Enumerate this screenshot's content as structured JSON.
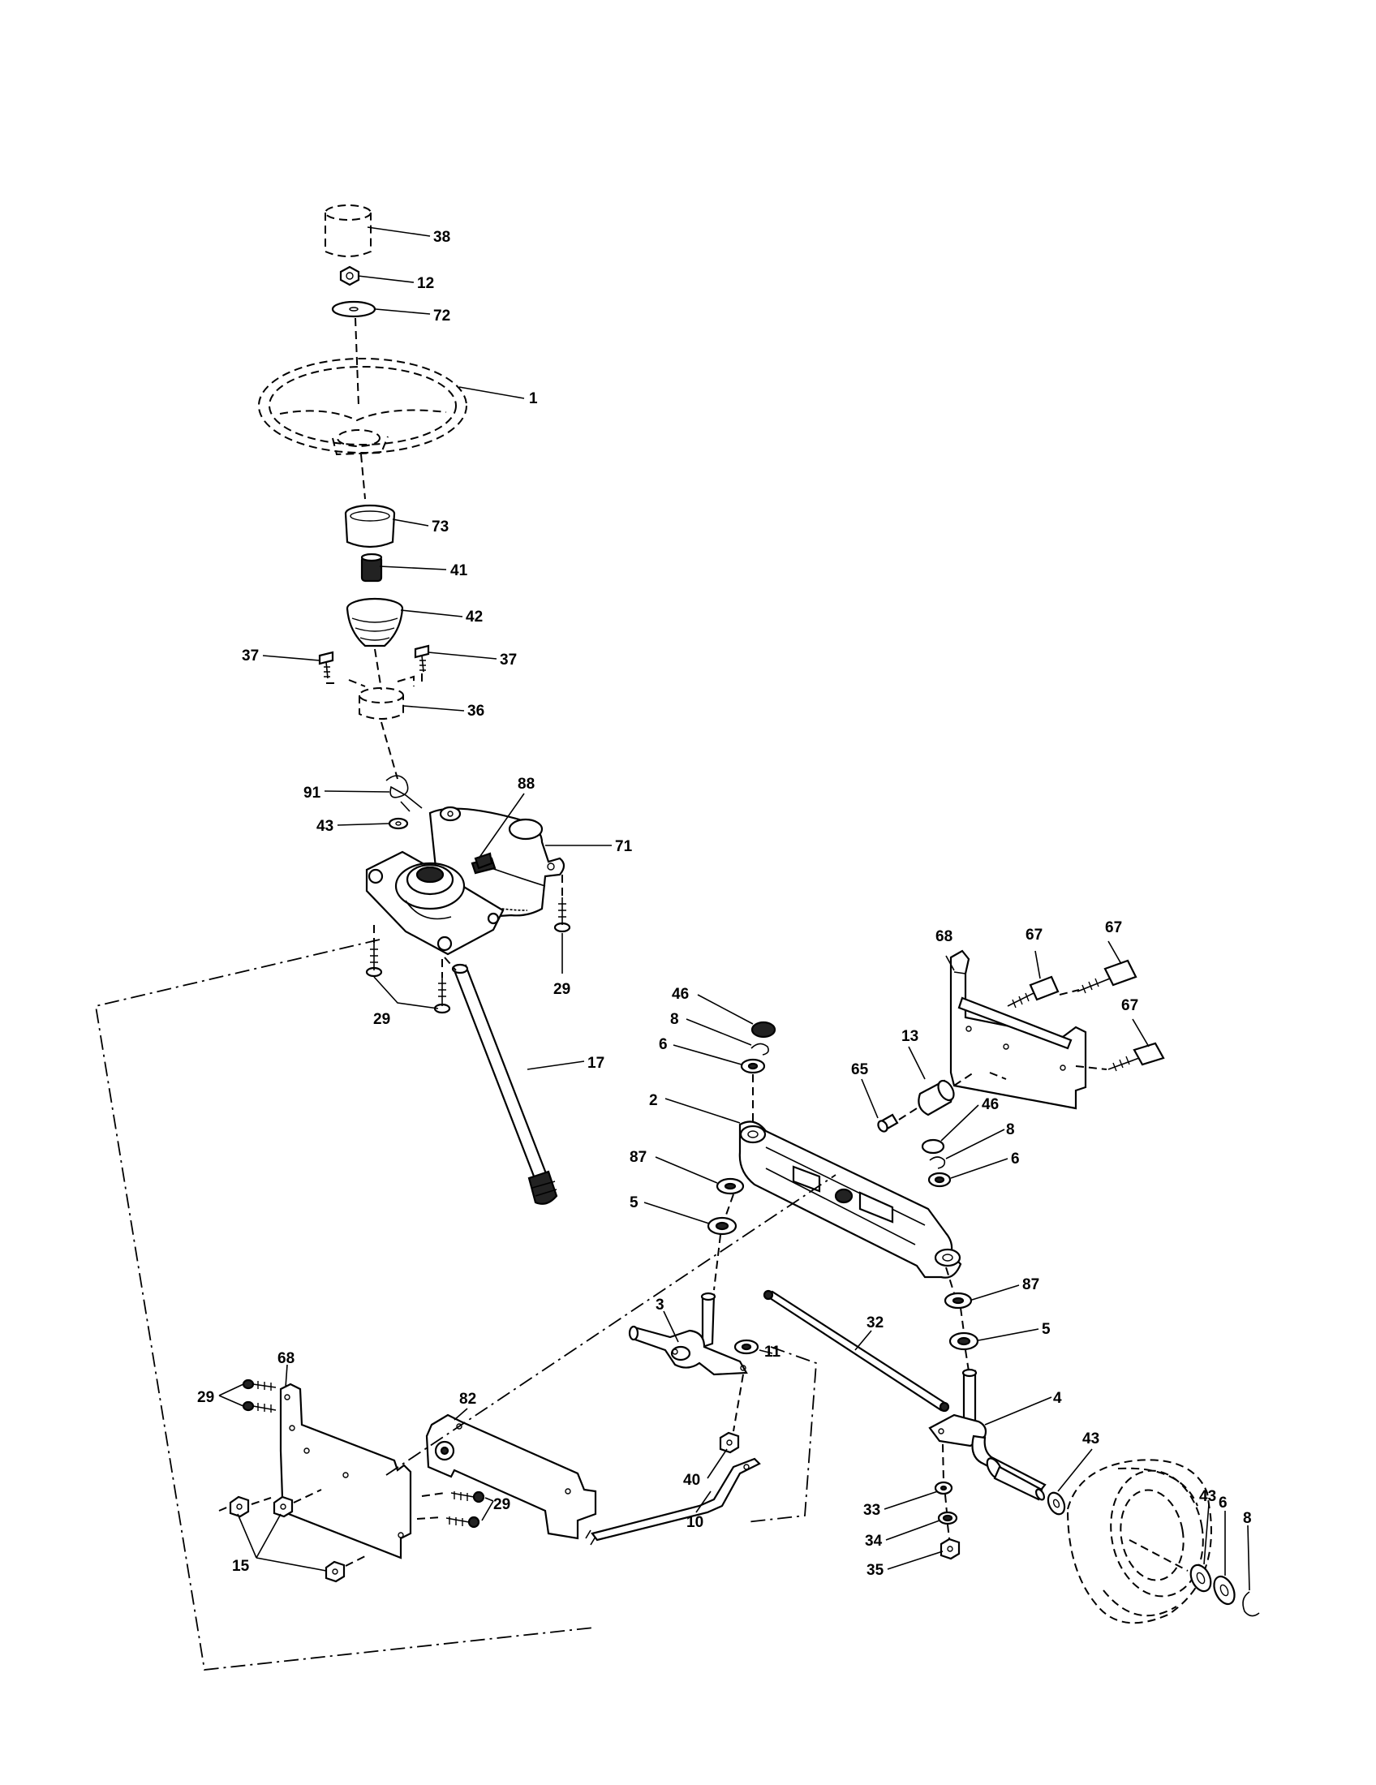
{
  "labels": {
    "l38": "38",
    "l12": "12",
    "l72": "72",
    "l1": "1",
    "l73": "73",
    "l41": "41",
    "l42": "42",
    "l37a": "37",
    "l37b": "37",
    "l36": "36",
    "l91": "91",
    "l88": "88",
    "l43a": "43",
    "l71": "71",
    "l29a": "29",
    "l29b": "29",
    "l17": "17",
    "l68a": "68",
    "l67a": "67",
    "l67b": "67",
    "l67c": "67",
    "l46a": "46",
    "l8a": "8",
    "l6a": "6",
    "l13": "13",
    "l65": "65",
    "l2": "2",
    "l46b": "46",
    "l8b": "8",
    "l6b": "6",
    "l87a": "87",
    "l5a": "5",
    "l87b": "87",
    "l5b": "5",
    "l3": "3",
    "l11": "11",
    "l32": "32",
    "l4": "4",
    "l43b": "43",
    "l68b": "68",
    "l29c": "29",
    "l82": "82",
    "l40": "40",
    "l29d": "29",
    "l15": "15",
    "l10": "10",
    "l33": "33",
    "l34": "34",
    "l35": "35",
    "l43c": "43",
    "l6c": "6",
    "l8c": "8"
  }
}
